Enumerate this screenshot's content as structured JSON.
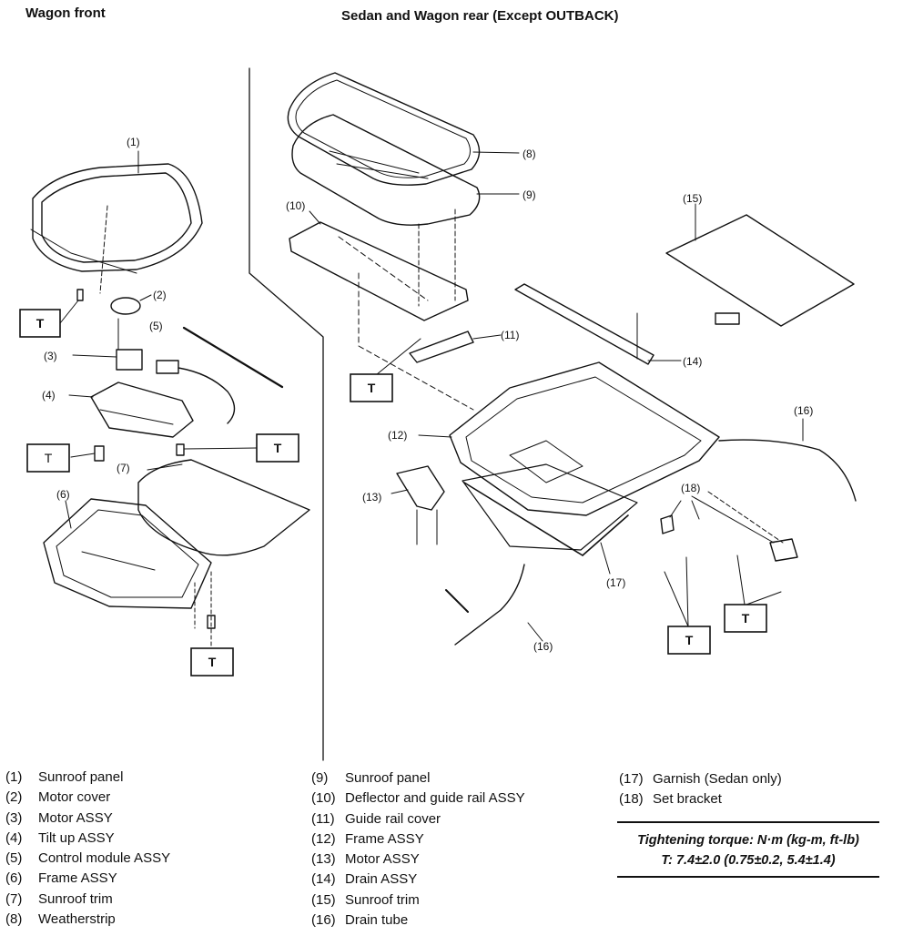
{
  "headers": {
    "left": "Wagon front",
    "right": "Sedan and Wagon rear (Except OUTBACK)"
  },
  "callouts": [
    "(1)",
    "(2)",
    "(3)",
    "(4)",
    "(5)",
    "(6)",
    "(7)",
    "(8)",
    "(9)",
    "(10)",
    "(11)",
    "(12)",
    "(13)",
    "(14)",
    "(15)",
    "(16)",
    "(16)",
    "(17)",
    "(18)"
  ],
  "torque_marker": "T",
  "legend": {
    "col1": [
      {
        "num": "(1)",
        "label": "Sunroof panel"
      },
      {
        "num": "(2)",
        "label": "Motor cover"
      },
      {
        "num": "(3)",
        "label": "Motor ASSY"
      },
      {
        "num": "(4)",
        "label": "Tilt up ASSY"
      },
      {
        "num": "(5)",
        "label": "Control module ASSY"
      },
      {
        "num": "(6)",
        "label": "Frame ASSY"
      },
      {
        "num": "(7)",
        "label": "Sunroof trim"
      },
      {
        "num": "(8)",
        "label": "Weatherstrip"
      }
    ],
    "col2": [
      {
        "num": "(9)",
        "label": "Sunroof panel"
      },
      {
        "num": "(10)",
        "label": "Deflector and guide rail ASSY"
      },
      {
        "num": "(11)",
        "label": "Guide rail cover"
      },
      {
        "num": "(12)",
        "label": "Frame ASSY"
      },
      {
        "num": "(13)",
        "label": "Motor ASSY"
      },
      {
        "num": "(14)",
        "label": "Drain ASSY"
      },
      {
        "num": "(15)",
        "label": "Sunroof trim"
      },
      {
        "num": "(16)",
        "label": "Drain tube"
      }
    ],
    "col3": [
      {
        "num": "(17)",
        "label": "Garnish (Sedan only)"
      },
      {
        "num": "(18)",
        "label": "Set bracket"
      }
    ]
  },
  "torque": {
    "title": "Tightening torque: N·m (kg-m, ft-lb)",
    "value": "T: 7.4±2.0 (0.75±0.2, 5.4±1.4)"
  }
}
